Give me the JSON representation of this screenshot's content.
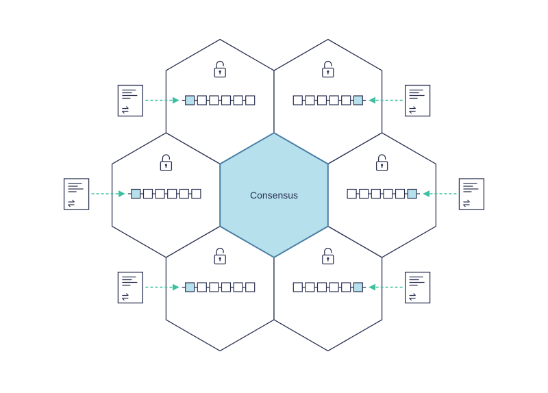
{
  "center": {
    "label": "Consensus"
  },
  "colors": {
    "stroke": "#2c3352",
    "consensus_fill": "#b6e0ec",
    "consensus_stroke": "#4a7fa6",
    "block_highlight": "#b6e0ec",
    "arrow_green": "#3dbf9f",
    "ring": "#cfd3da"
  },
  "icons": {
    "lock": "lock-icon",
    "document": "document-icon",
    "transfer": "transfer-icon"
  },
  "nodes": [
    {
      "name": "node-top-left",
      "new_block_side": "left"
    },
    {
      "name": "node-top-right",
      "new_block_side": "right"
    },
    {
      "name": "node-middle-left",
      "new_block_side": "left"
    },
    {
      "name": "node-middle-right",
      "new_block_side": "right"
    },
    {
      "name": "node-bottom-left",
      "new_block_side": "left"
    },
    {
      "name": "node-bottom-right",
      "new_block_side": "right"
    }
  ]
}
